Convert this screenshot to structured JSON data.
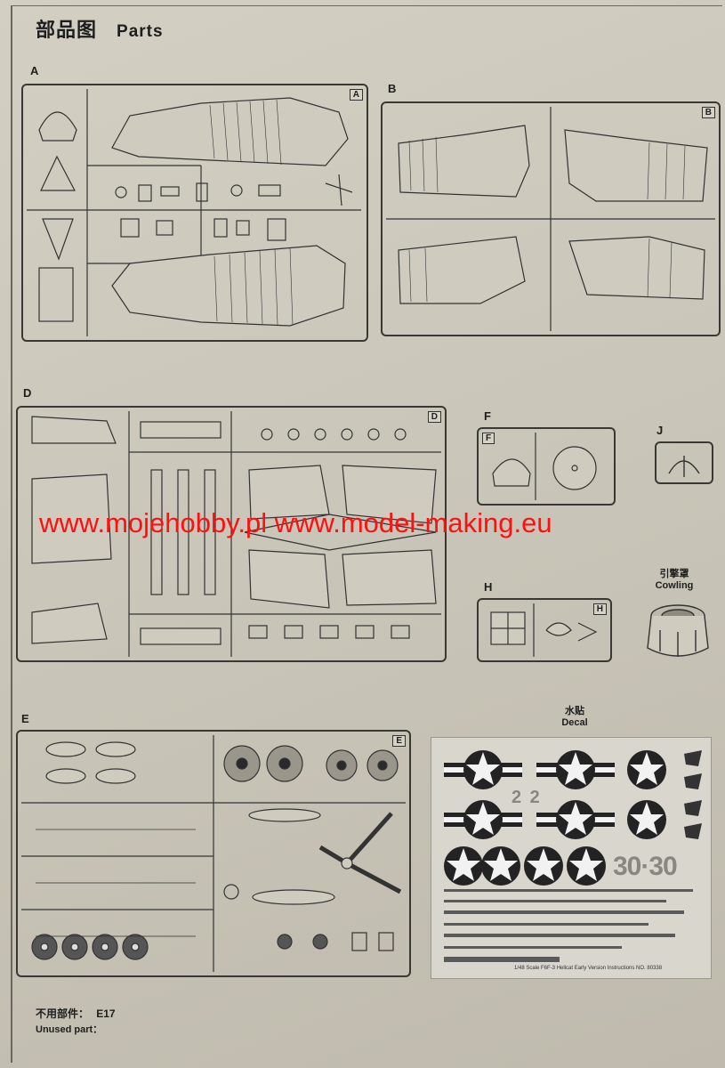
{
  "header": {
    "title_cn": "部品图",
    "title_en": "Parts"
  },
  "sprues": {
    "A": {
      "letter": "A",
      "tag": "A"
    },
    "B": {
      "letter": "B",
      "tag": "B"
    },
    "D": {
      "letter": "D",
      "tag": "D"
    },
    "E": {
      "letter": "E",
      "tag": "E"
    },
    "F": {
      "letter": "F",
      "tag": "F"
    },
    "H": {
      "letter": "H",
      "tag": "H"
    },
    "J": {
      "letter": "J"
    }
  },
  "cowling": {
    "label_cn": "引擎罩",
    "label_en": "Cowling"
  },
  "decal": {
    "label_cn": "水贴",
    "label_en": "Decal",
    "numbers_small": "2 2",
    "numbers_large": "30·30",
    "caption": "1/48 Scale F6F-3 Hellcat Early Version Instructions NO. 80338"
  },
  "watermark": {
    "text": "www.mojehobby.pl www.model-making.eu",
    "color": "#ff1010"
  },
  "unused": {
    "label_cn": "不用部件：",
    "code": "E17",
    "label_en": "Unused part："
  }
}
